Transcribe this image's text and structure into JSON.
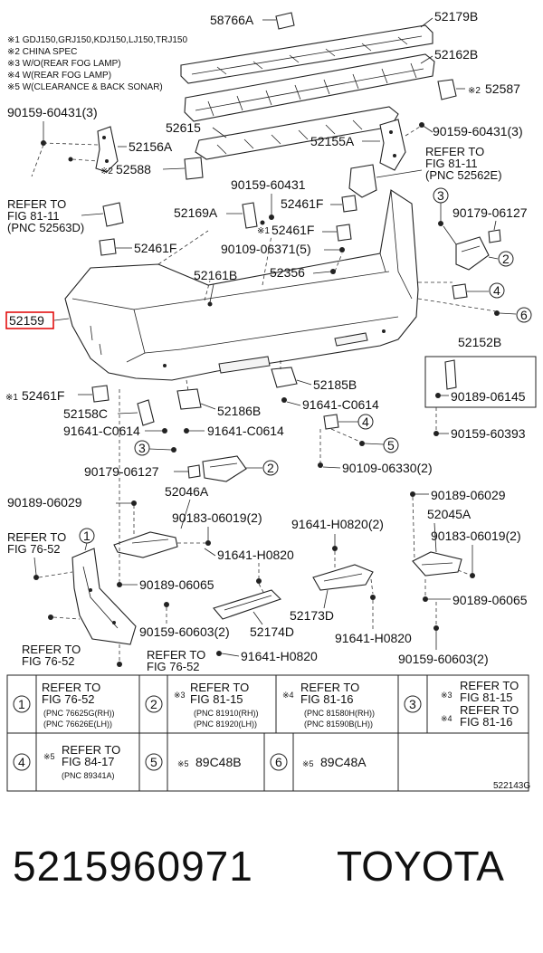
{
  "notes": [
    "※1 GDJ150,GRJ150,KDJ150,LJ150,TRJ150",
    "※2 CHINA SPEC",
    "※3 W/O(REAR FOG LAMP)",
    "※4 W(REAR FOG LAMP)",
    "※5 W(CLEARANCE & BACK SONAR)"
  ],
  "highlight": {
    "label": "52159",
    "color": "#e00000"
  },
  "labels": {
    "p58766A": "58766A",
    "p52179B": "52179B",
    "p52162B": "52162B",
    "p52587": "52587",
    "p90159_60431_l": "90159-60431(3)",
    "p52615": "52615",
    "p52156A": "52156A",
    "p90159_60431_r": "90159-60431(3)",
    "p52155A": "52155A",
    "p52588": "52588",
    "p90159_60431": "90159-60431",
    "p52461F_a": "52461F",
    "p52169A": "52169A",
    "p52461F_b": "52461F",
    "p90179_06127_r": "90179-06127",
    "p90109_06371": "90109-06371(5)",
    "p52461F_c": "52461F",
    "p52161B": "52161B",
    "p52356": "52356",
    "p52152B": "52152B",
    "p90189_06145": "90189-06145",
    "p52461F_d": "52461F",
    "p52185B": "52185B",
    "p52158C": "52158C",
    "p52186B": "52186B",
    "p91641_C0614_r": "91641-C0614",
    "p91641_C0614_l": "91641-C0614",
    "p91641_C0614_m": "91641-C0614",
    "p90159_60393": "90159-60393",
    "p90179_06127_l": "90179-06127",
    "p90109_06330": "90109-06330(2)",
    "p52046A": "52046A",
    "p90189_06029_l": "90189-06029",
    "p90183_06019_l": "90183-06019(2)",
    "p91641_H0820_t": "91641-H0820",
    "p91641_H0820_2": "91641-H0820(2)",
    "p90189_06029_r": "90189-06029",
    "p52045A": "52045A",
    "p90183_06019_r": "90183-06019(2)",
    "p90189_06065_l": "90189-06065",
    "p90189_06065_r": "90189-06065",
    "p90159_60603_l": "90159-60603(2)",
    "p52174D": "52174D",
    "p52173D": "52173D",
    "p91641_H0820_b": "91641-H0820",
    "p91641_H0820_r": "91641-H0820",
    "p90159_60603_r": "90159-60603(2)",
    "mark2": "※2",
    "mark1": "※1"
  },
  "refs": {
    "ref_81_11_l": [
      "REFER TO",
      "FIG 81-11",
      "(PNC 52563D)"
    ],
    "ref_81_11_r": [
      "REFER TO",
      "FIG 81-11",
      "(PNC 52562E)"
    ],
    "ref_76_52_l": [
      "REFER TO",
      "FIG 76-52"
    ],
    "ref_76_52_b": [
      "REFER TO",
      "FIG 76-52"
    ],
    "ref_76_52_m": [
      "REFER TO",
      "FIG 76-52"
    ]
  },
  "callouts": [
    "1",
    "2",
    "3",
    "4",
    "5",
    "6"
  ],
  "legend": {
    "row1": {
      "c1": {
        "num": "1",
        "lines": [
          "REFER TO",
          "FIG 76-52"
        ],
        "small": [
          "(PNC 76625G(RH))",
          "(PNC 76626E(LH))"
        ]
      },
      "c2": {
        "num": "2",
        "mark": "※3",
        "lines": [
          "REFER TO",
          "FIG 81-15"
        ],
        "small": [
          "(PNC 81910(RH))",
          "(PNC 81920(LH))"
        ]
      },
      "c3": {
        "mark": "※4",
        "lines": [
          "REFER TO",
          "FIG 81-16"
        ],
        "small": [
          "(PNC 81580H(RH))",
          "(PNC 81590B(LH))"
        ]
      },
      "c4": {
        "num": "3",
        "mark_a": "※3",
        "lines_a": [
          "REFER TO",
          "FIG 81-15"
        ],
        "mark_b": "※4",
        "lines_b": [
          "REFER TO",
          "FIG 81-16"
        ]
      }
    },
    "row2": {
      "c1": {
        "num": "4",
        "mark": "※5",
        "lines": [
          "REFER TO",
          "FIG 84-17"
        ],
        "small": [
          "(PNC 89341A)"
        ]
      },
      "c2": {
        "num": "5",
        "mark": "※5",
        "part": "89C48B"
      },
      "c3": {
        "num": "6",
        "mark": "※5",
        "part": "89C48A"
      }
    }
  },
  "diagram_id": "522143G",
  "footer": {
    "part_number": "5215960971",
    "brand": "TOYOTA"
  }
}
